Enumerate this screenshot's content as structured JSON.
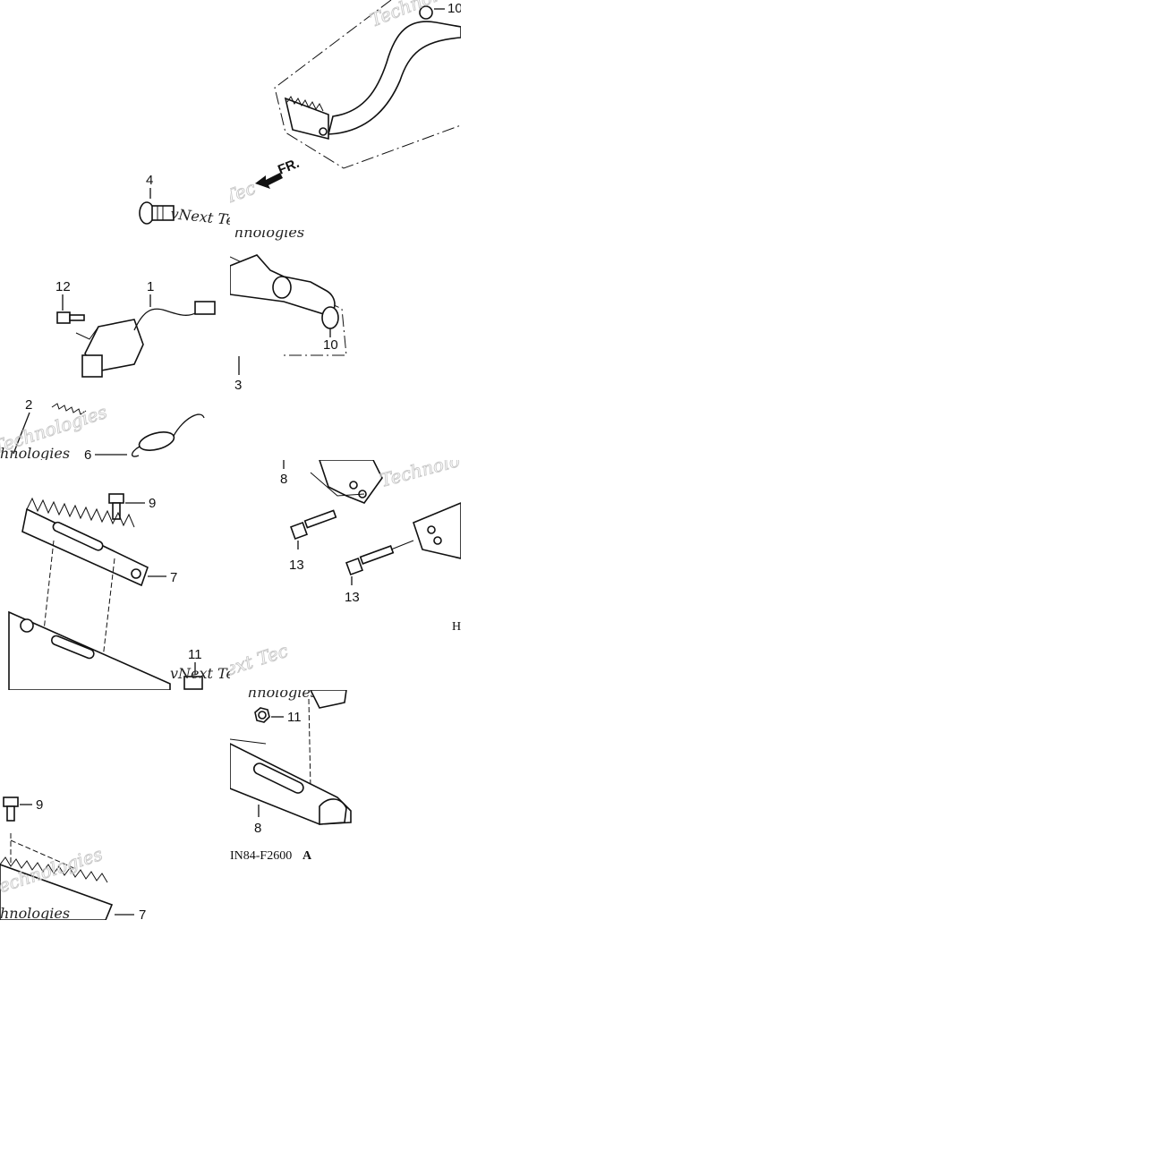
{
  "diagram": {
    "code": "IN84-F2600",
    "code_suffix": "A",
    "direction_label": "FR.",
    "callouts": {
      "c1": "1",
      "c2": "2",
      "c3": "3",
      "c4": "4",
      "c6": "6",
      "c7a": "7",
      "c7b": "7",
      "c8a": "8",
      "c8b": "8",
      "c9a": "9",
      "c9b": "9",
      "c10a": "10",
      "c10b": "10",
      "c11a": "11",
      "c11b": "11",
      "c12": "12",
      "c13a": "13",
      "c13b": "13"
    },
    "partial_letter": "H",
    "watermark": {
      "l1": "vNext Technologies",
      "l2": "Technologies",
      "l3": "vNext Tec",
      "l4": "hnologies"
    }
  }
}
